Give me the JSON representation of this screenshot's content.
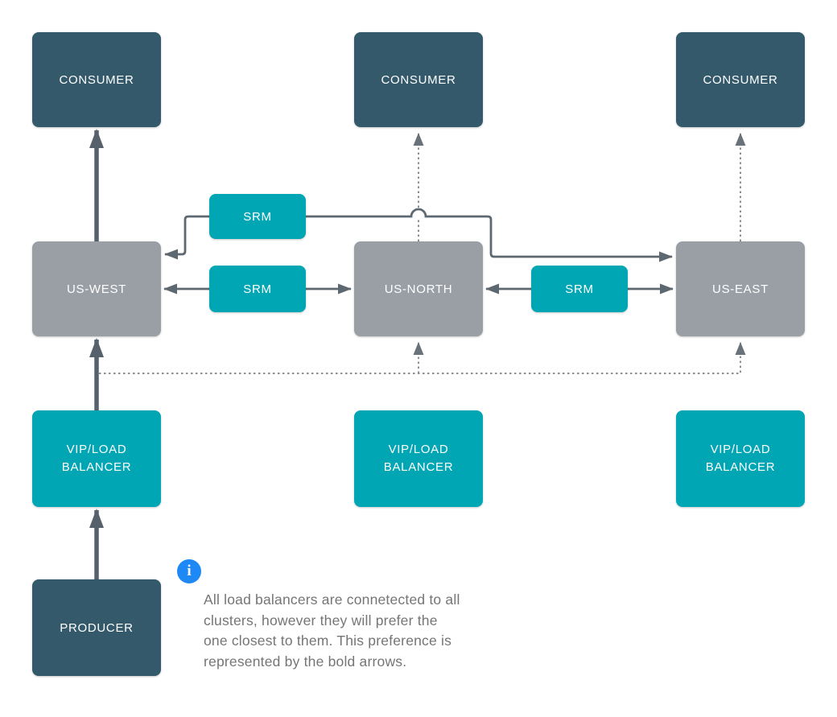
{
  "diagram": {
    "type": "architecture-diagram",
    "description": "Kafka SRM cross-cluster replication topology with producers, consumers and load balancers",
    "nodes": {
      "consumer_west": {
        "label": "CONSUMER"
      },
      "consumer_north": {
        "label": "CONSUMER"
      },
      "consumer_east": {
        "label": "CONSUMER"
      },
      "us_west": {
        "label": "US-WEST"
      },
      "us_north": {
        "label": "US-NORTH"
      },
      "us_east": {
        "label": "US-EAST"
      },
      "srm_top": {
        "label": "SRM"
      },
      "srm_west_north": {
        "label": "SRM"
      },
      "srm_north_east": {
        "label": "SRM"
      },
      "vip_west": {
        "label": "VIP/LOAD BALANCER"
      },
      "vip_north": {
        "label": "VIP/LOAD BALANCER"
      },
      "vip_east": {
        "label": "VIP/LOAD BALANCER"
      },
      "producer": {
        "label": "PRODUCER"
      }
    },
    "connections": [
      {
        "from": "us_west",
        "to": "consumer_west",
        "style": "bold-solid-arrow"
      },
      {
        "from": "us_north",
        "to": "consumer_north",
        "style": "dotted-arrow"
      },
      {
        "from": "us_east",
        "to": "consumer_east",
        "style": "dotted-arrow"
      },
      {
        "from": "producer",
        "to": "vip_west",
        "style": "bold-solid-arrow"
      },
      {
        "from": "vip_west",
        "to": "us_west",
        "style": "bold-solid-arrow"
      },
      {
        "from": "vip_west",
        "to": "us_north",
        "style": "dotted-arrow"
      },
      {
        "from": "vip_west",
        "to": "us_east",
        "style": "dotted-arrow"
      },
      {
        "from": "us_west",
        "to": "us_north",
        "via": "srm_west_north",
        "style": "solid-double-arrow"
      },
      {
        "from": "us_north",
        "to": "us_east",
        "via": "srm_north_east",
        "style": "solid-double-arrow"
      },
      {
        "from": "us_west",
        "to": "us_east",
        "via": "srm_top",
        "style": "solid-double-arrow"
      }
    ],
    "note": {
      "icon": "info-icon",
      "lines": [
        "All load balancers are connetected to all",
        "clusters, however they will prefer the",
        "one closest to them. This preference is",
        "represented by the bold arrows."
      ]
    },
    "colors": {
      "node_dark": "#33596B",
      "node_teal": "#00A6B4",
      "node_gray": "#9A9FA6",
      "arrow_bold": "#57616B",
      "arrow_medium": "#5E6870",
      "arrow_dotted": "#8A9096",
      "info_icon_blue": "#1E88F5",
      "note_text": "#757575",
      "background": "#FFFFFF"
    }
  }
}
